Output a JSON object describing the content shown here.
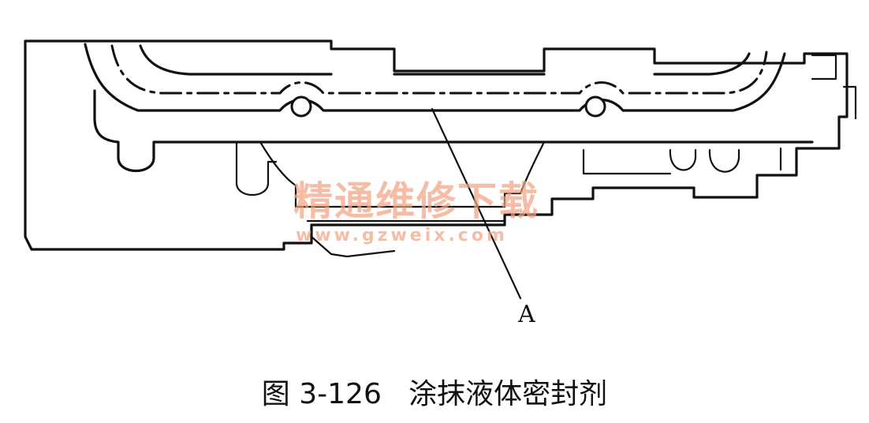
{
  "figure": {
    "callout_label": "A",
    "watermark_text": "精通维修下载",
    "watermark_url": "www.gzweix.com",
    "caption": "图 3-126   涂抹液体密封剂"
  },
  "colors": {
    "line": "#111111",
    "watermark": "#f2a383",
    "background": "#ffffff"
  }
}
